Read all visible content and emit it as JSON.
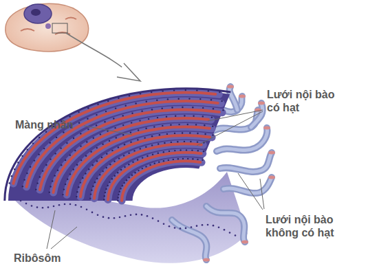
{
  "diagram": {
    "labels": [
      "Màng nhân",
      "Lưới nội bào có hạt",
      "Lưới nội bào không có hạt",
      "Ribôsôm"
    ]
  }
}
